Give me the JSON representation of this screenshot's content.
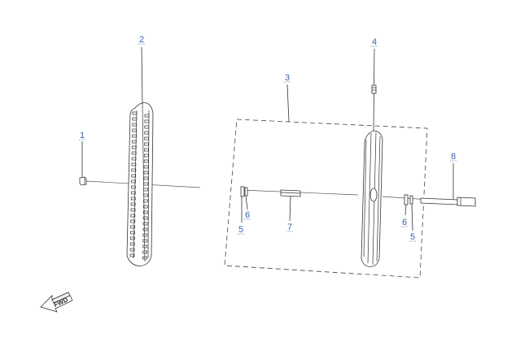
{
  "callouts": {
    "c1": "1",
    "c2": "2",
    "c3": "3",
    "c4": "4",
    "c5a": "5",
    "c5b": "5",
    "c6a": "6",
    "c6b": "6",
    "c7": "7",
    "c8": "8"
  },
  "direction_arrow": {
    "label": "FWD"
  },
  "colors": {
    "callout": "#3a5fb0",
    "line": "#333333"
  }
}
